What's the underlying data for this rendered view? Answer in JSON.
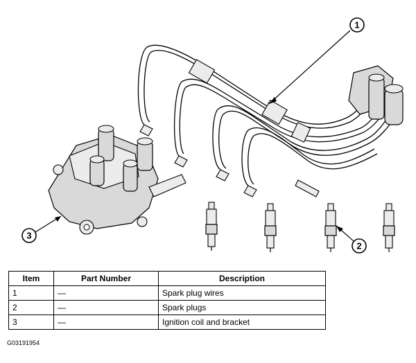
{
  "callouts": {
    "one": "1",
    "two": "2",
    "three": "3"
  },
  "table": {
    "headers": [
      "Item",
      "Part Number",
      "Description"
    ],
    "rows": [
      [
        "1",
        "—",
        "Spark plug wires"
      ],
      [
        "2",
        "—",
        "Spark plugs"
      ],
      [
        "3",
        "—",
        "Ignition coil and bracket"
      ]
    ]
  },
  "figure_id": "G03191954"
}
